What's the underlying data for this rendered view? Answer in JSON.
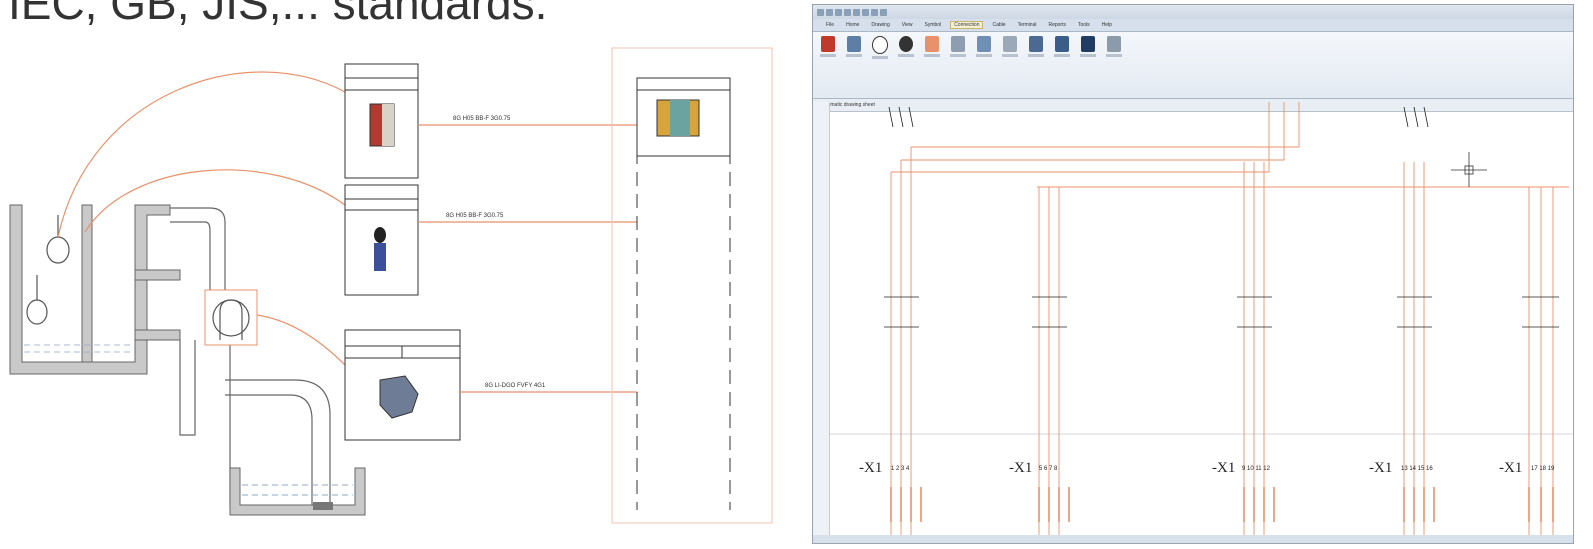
{
  "headline": {
    "text": "IEC, GB, JIS,... standards."
  },
  "left_diagram": {
    "cables": [
      {
        "label": "8G H05 BB-F 3G0.75"
      },
      {
        "label": "8G H05 BB-F 3G0.75"
      },
      {
        "label": "8G LI-DGO FVFY 4G1"
      }
    ]
  },
  "software": {
    "window_title": "",
    "tabs": [
      "File",
      "Home",
      "Drawing",
      "View",
      "Symbol",
      "Connection",
      "Cable",
      "Terminal",
      "Reports",
      "Tools",
      "Help"
    ],
    "active_tab": "Connection",
    "doc_tab": "Schematic drawing sheet",
    "terminal_strips": [
      {
        "label": "-X1",
        "numbers": "1 2 3 4"
      },
      {
        "label": "-X1",
        "numbers": "5 6 7 8"
      },
      {
        "label": "-X1",
        "numbers": "9 10 11 12"
      },
      {
        "label": "-X1",
        "numbers": "13 14 15 16"
      },
      {
        "label": "-X1",
        "numbers": "17 18 19"
      }
    ]
  },
  "colors": {
    "wire": "#e8916a",
    "line": "#222222",
    "ui_blue": "#d5e0ec"
  }
}
